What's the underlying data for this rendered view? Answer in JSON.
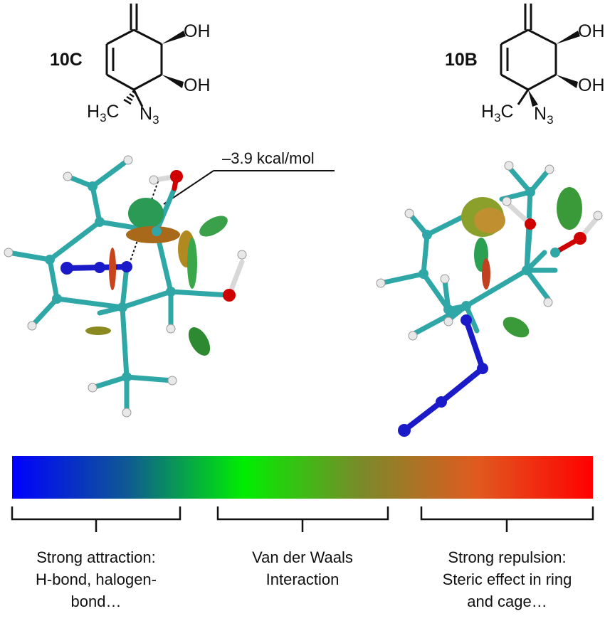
{
  "structures": [
    {
      "label": "10C",
      "substituents": {
        "oh_top": "OH",
        "oh_bottom": "OH",
        "methyl_main": "H",
        "methyl_sub": "3",
        "methyl_c": "C",
        "azide_main": "N",
        "azide_sub": "3"
      }
    },
    {
      "label": "10B",
      "substituents": {
        "oh_top": "OH",
        "oh_bottom": "OH",
        "methyl_main": "H",
        "methyl_sub": "3",
        "methyl_c": "C",
        "azide_main": "N",
        "azide_sub": "3"
      }
    }
  ],
  "annotation": {
    "energy": "–3.9 kcal/mol"
  },
  "colors": {
    "carbon": "#2fa7a7",
    "hydrogen": "#e8e8e8",
    "oxygen": "#e00000",
    "nitrogen": "#1a1ac8",
    "surface_green": "#2ea84a",
    "surface_brown": "#a86a1a"
  },
  "scale": {
    "gradient_stops": [
      "#0000ff",
      "#0f5a92",
      "#00ee00",
      "#7a8a2a",
      "#e05a20",
      "#ff0000"
    ],
    "ranges": [
      {
        "lines": [
          "Strong attraction:",
          "H-bond, halogen-",
          "bond…"
        ]
      },
      {
        "lines": [
          "Van der Waals",
          "Interaction"
        ]
      },
      {
        "lines": [
          "Strong repulsion:",
          "Steric effect in ring",
          "and cage…"
        ]
      }
    ]
  }
}
